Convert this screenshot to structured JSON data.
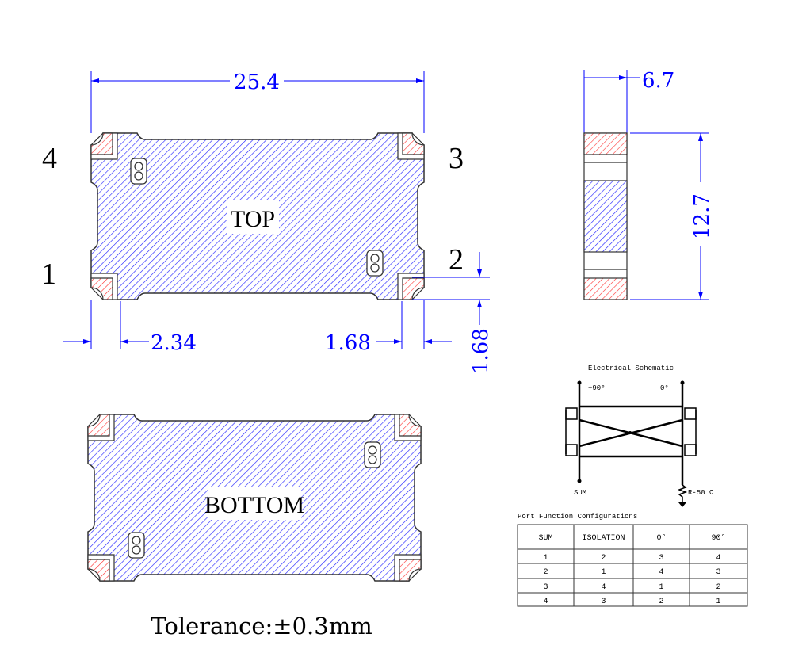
{
  "dimensions": {
    "length": "25.4",
    "thickness": "6.7",
    "width": "12.7",
    "pad_left": "2.34",
    "pad_right": "1.68",
    "pad_height": "1.68"
  },
  "pins": {
    "p1": "1",
    "p2": "2",
    "p3": "3",
    "p4": "4"
  },
  "views": {
    "top": "TOP",
    "bottom": "BOTTOM"
  },
  "tolerance": "Tolerance:±0.3mm",
  "schematic": {
    "title": "Electrical Schematic",
    "plus90": "+90°",
    "zero": "0°",
    "sum": "SUM",
    "resistor": "R-50 Ω"
  },
  "table": {
    "title": "Port Function Configurations",
    "headers": [
      "SUM",
      "ISOLATION",
      "0°",
      "90°"
    ],
    "rows": [
      [
        "1",
        "2",
        "3",
        "4"
      ],
      [
        "2",
        "1",
        "4",
        "3"
      ],
      [
        "3",
        "4",
        "1",
        "2"
      ],
      [
        "4",
        "3",
        "2",
        "1"
      ]
    ]
  },
  "colors": {
    "hatch_blue": "#0000ff",
    "hatch_red": "#ff0000",
    "dimension": "#0000ff"
  }
}
